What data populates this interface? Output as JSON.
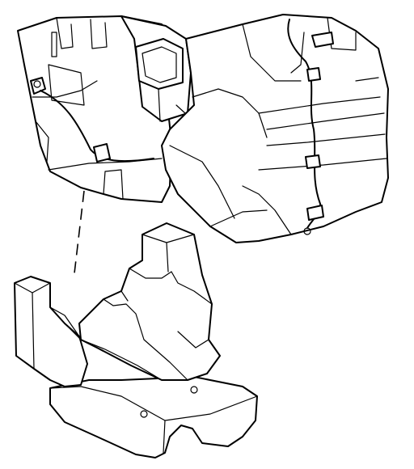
{
  "diagram": {
    "kind": "exploded-view line drawing",
    "parts": [
      {
        "id": "heater-ac-module",
        "icon": "hvac-module-icon"
      },
      {
        "id": "lower-floor-bracket",
        "icon": "bracket-icon"
      }
    ],
    "alignment_guide": "dashed-line",
    "stroke_color": "#000000",
    "background_color": "#ffffff"
  }
}
